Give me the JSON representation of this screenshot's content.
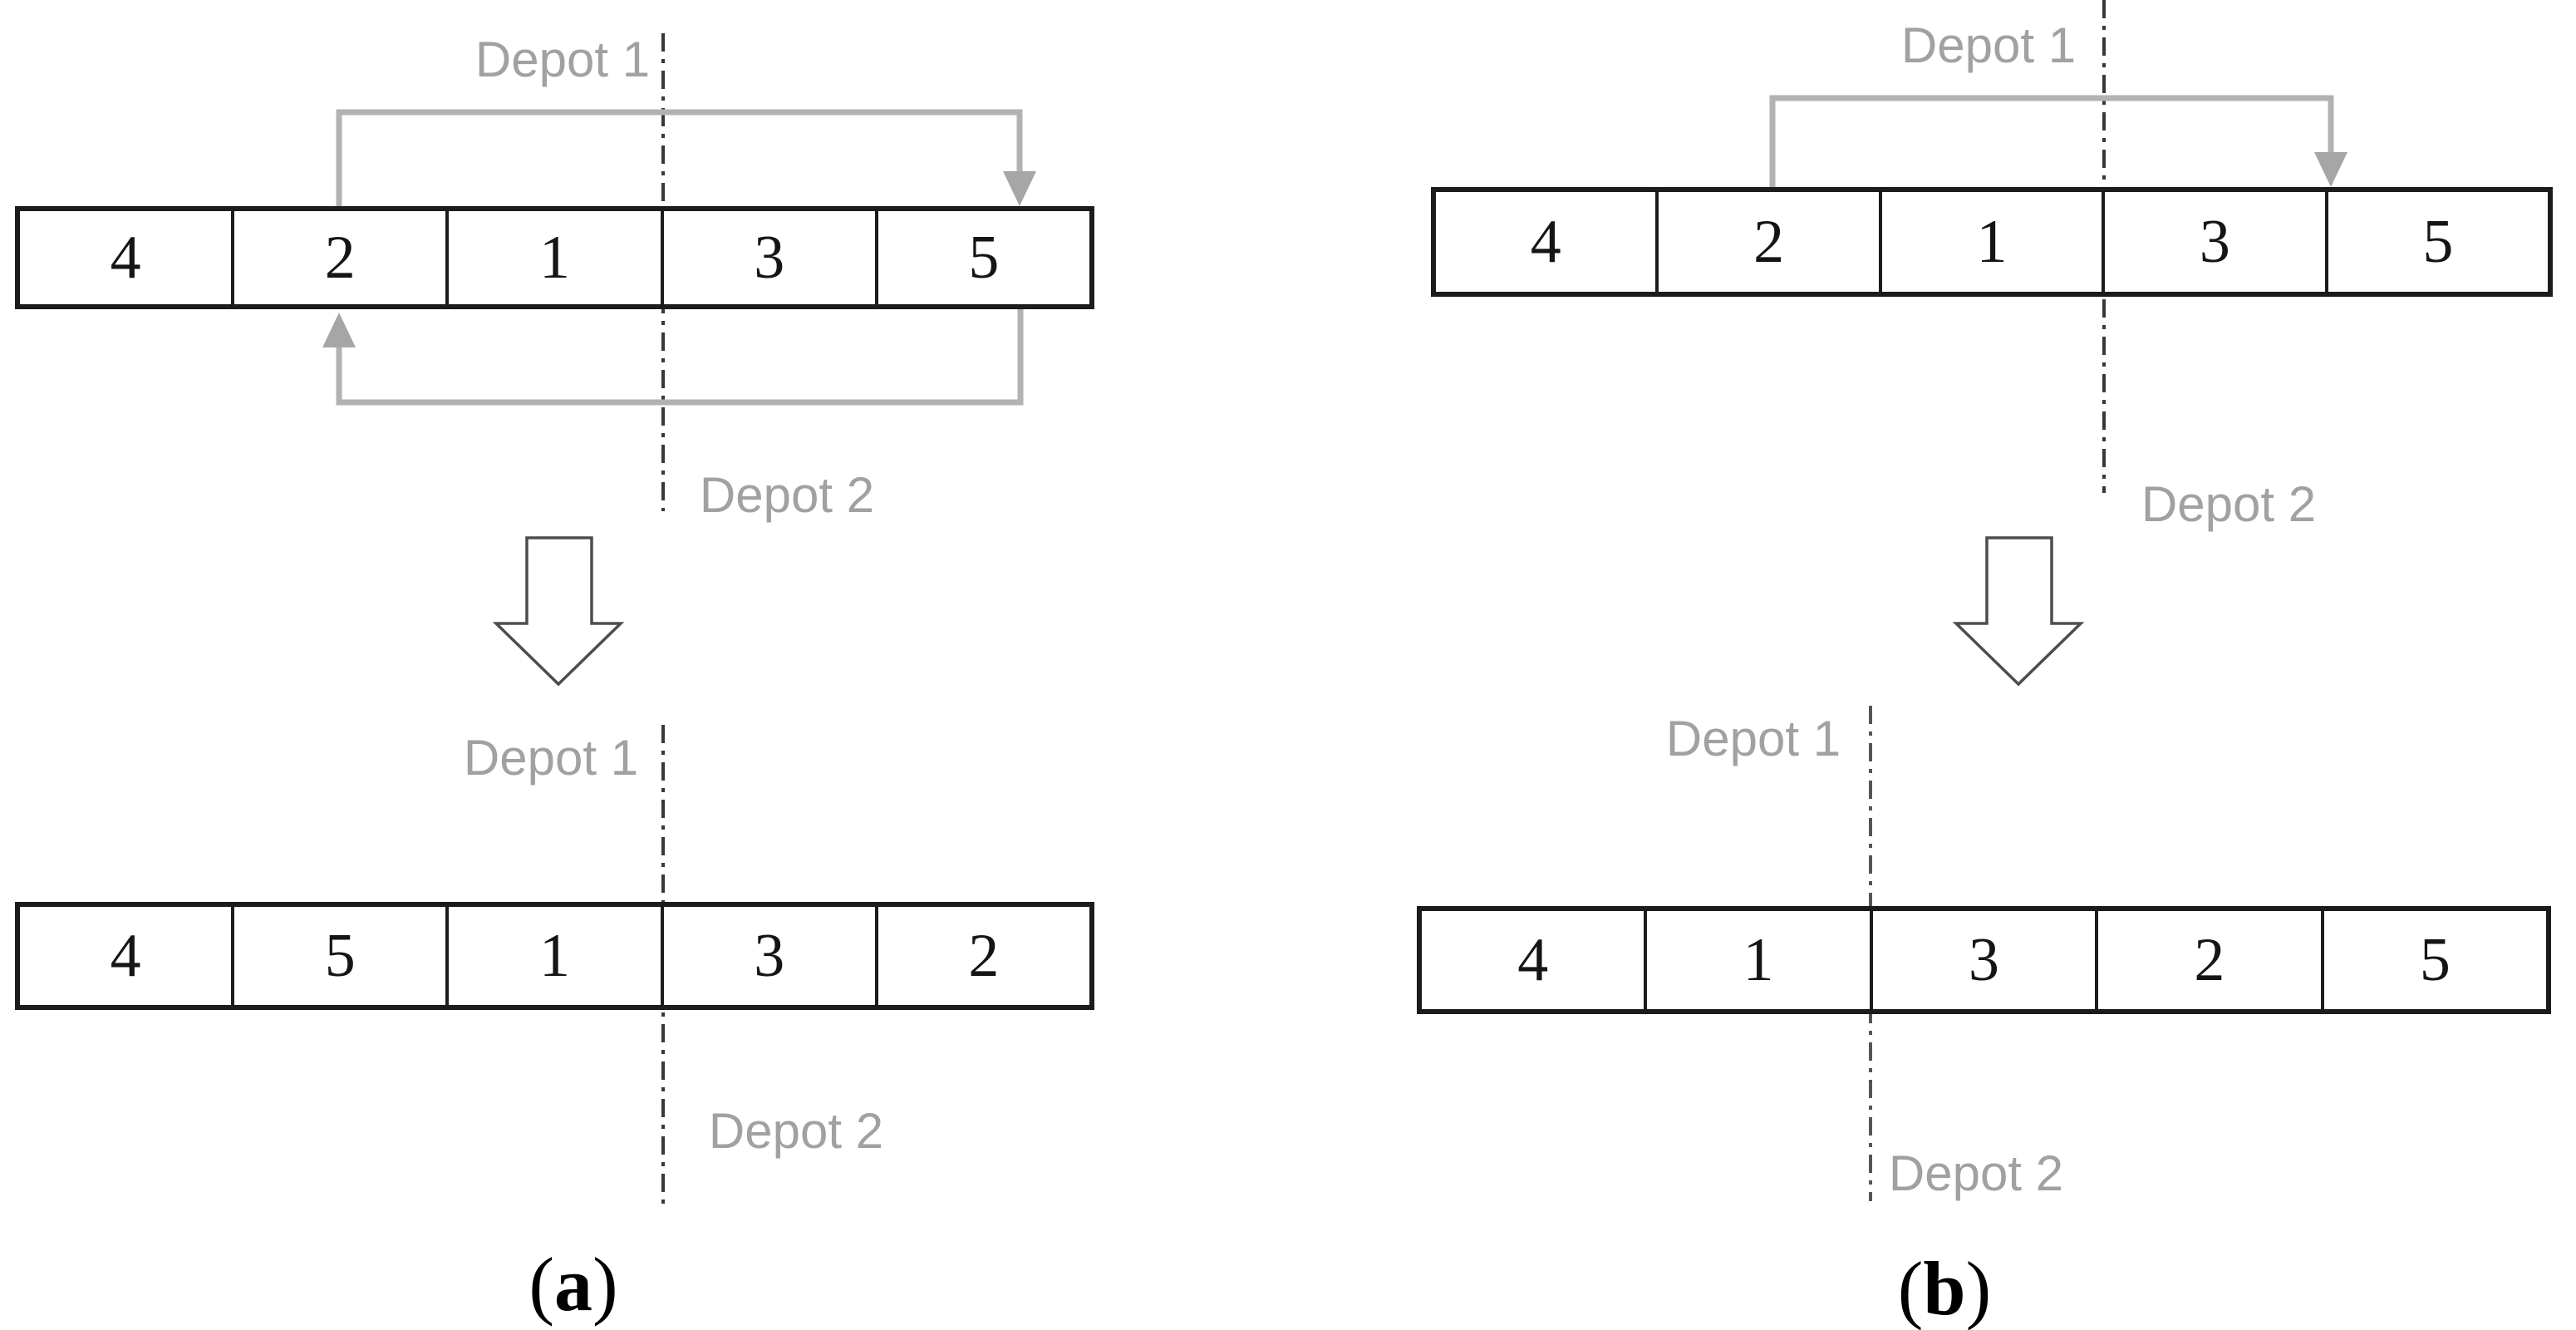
{
  "panel_a": {
    "caption": {
      "open": "(",
      "letter": "a",
      "close": ")"
    },
    "before": {
      "values": [
        "4",
        "2",
        "1",
        "3",
        "5"
      ],
      "depot1_label": "Depot 1",
      "depot2_label": "Depot 2"
    },
    "after": {
      "values": [
        "4",
        "5",
        "1",
        "3",
        "2"
      ],
      "depot1_label": "Depot 1",
      "depot2_label": "Depot 2"
    }
  },
  "panel_b": {
    "caption": {
      "open": "(",
      "letter": "b",
      "close": ")"
    },
    "before": {
      "values": [
        "4",
        "2",
        "1",
        "3",
        "5"
      ],
      "depot1_label": "Depot 1",
      "depot2_label": "Depot 2"
    },
    "after": {
      "values": [
        "4",
        "1",
        "3",
        "2",
        "5"
      ],
      "depot1_label": "Depot 1",
      "depot2_label": "Depot 2"
    }
  },
  "colors": {
    "background": "#ffffff",
    "box_border": "#1c1c1c",
    "digit": "#151515",
    "depot_label_gray": "#a1a1a1",
    "swap_arrow_gray": "#b2b2b2",
    "arrowhead_gray": "#a6a6a6",
    "divider_dark": "#383838",
    "divider_light": "#555555",
    "block_arrow_outline": "#4d4d4d"
  }
}
